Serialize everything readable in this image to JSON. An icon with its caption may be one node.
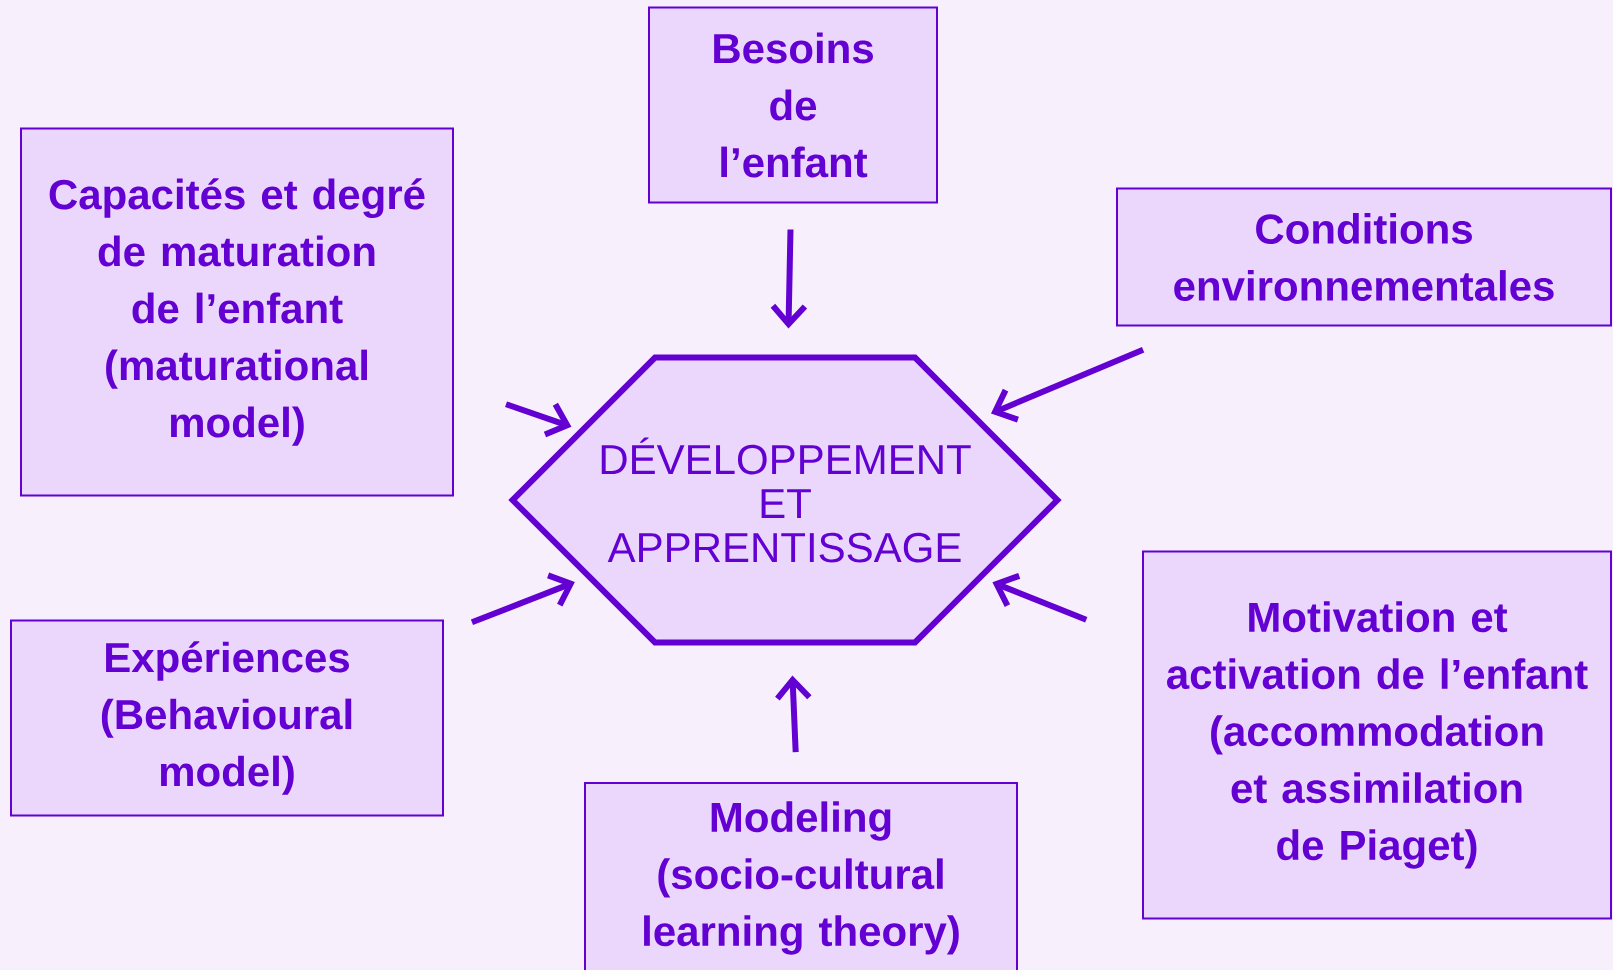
{
  "diagram": {
    "nodes": [
      {
        "text": [
          "Besoins de l’enfant"
        ]
      },
      {
        "text": [
          "Capacités et degré de maturation de l’enfant (maturational model)"
        ]
      },
      {
        "text": [
          "Conditions environnementales"
        ]
      },
      {
        "text": [
          "DÉVELOPPEMENT ET APPRENTISSAGE"
        ]
      },
      {
        "text": [
          "Motivation et activation de l’enfant (accommodation et assimilation de Piaget)"
        ]
      },
      {
        "text": [
          "Expériences (Behavioural model)"
        ]
      },
      {
        "text": [
          "Modeling (socio-cultural learning theory)"
        ]
      }
    ],
    "edges": [
      {
        "from": 0,
        "to": 3,
        "arrow": "to"
      },
      {
        "from": 1,
        "to": 3,
        "arrow": "to"
      },
      {
        "from": 2,
        "to": 3,
        "arrow": "to"
      },
      {
        "from": 4,
        "to": 3,
        "arrow": "to"
      },
      {
        "from": 5,
        "to": 3,
        "arrow": "to"
      },
      {
        "from": 6,
        "to": 3,
        "arrow": "to"
      }
    ]
  }
}
